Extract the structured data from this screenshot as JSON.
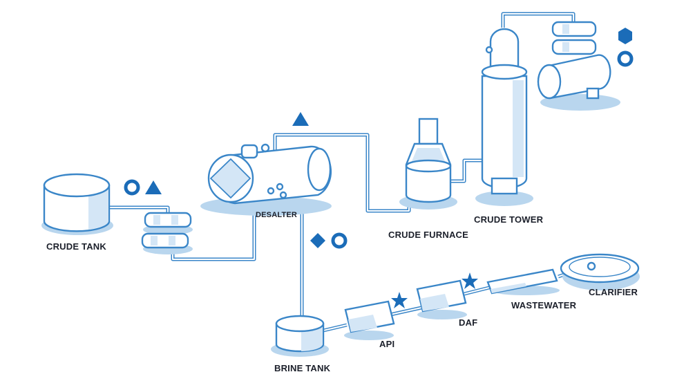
{
  "labels": {
    "crude_tank": "CRUDE TANK",
    "desalter": "DESALTER",
    "crude_furnace": "CRUDE FURNACE",
    "crude_tower": "CRUDE TOWER",
    "brine_tank": "BRINE TANK",
    "api": "API",
    "daf": "DAF",
    "wastewater": "WASTEWATER",
    "clarifier": "CLARIFIER"
  },
  "colors": {
    "pipe": "#3a86c8",
    "marker": "#1b6cb8",
    "shade": "#d4e6f6",
    "shadow": "#b9d6ee",
    "text": "#1b1f2a"
  },
  "markers": {
    "crude_tank": [
      "circle",
      "triangle"
    ],
    "desalter_top": [
      "triangle"
    ],
    "desalter_drain": [
      "diamond",
      "circle"
    ],
    "crude_tower_overhead": [
      "hexagon",
      "circle"
    ],
    "api_daf_line": [
      "star"
    ],
    "daf_wastewater_line": [
      "star"
    ]
  }
}
